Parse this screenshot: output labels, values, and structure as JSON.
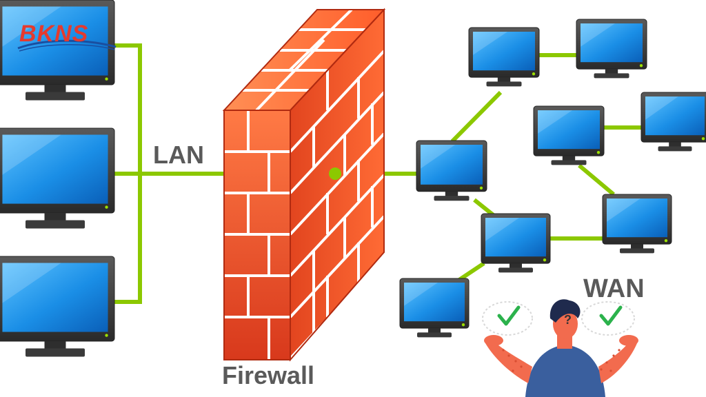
{
  "logo": {
    "text": "BKNS"
  },
  "labels": {
    "lan": "LAN",
    "wan": "WAN",
    "firewall": "Firewall"
  },
  "colors": {
    "link": "#8cc800",
    "brick": "#e8512a",
    "mortar": "#ffffff",
    "screen": "#1a8ee6",
    "monitor_frame": "#3a3a3a",
    "label_text": "#5a5a5a",
    "check": "#2bb24c",
    "shirt": "#3a5f9e",
    "skin": "#f26b4e"
  },
  "diagram": {
    "lan_nodes": [
      "lan-pc-1",
      "lan-pc-2",
      "lan-pc-3"
    ],
    "wan_nodes": [
      "wan-pc-1",
      "wan-pc-2",
      "wan-pc-3",
      "wan-pc-4",
      "wan-pc-5",
      "wan-pc-6",
      "wan-pc-7",
      "wan-pc-8"
    ],
    "icons": [
      "check-icon",
      "check-icon",
      "question-icon",
      "person-icon",
      "firewall-icon"
    ]
  }
}
